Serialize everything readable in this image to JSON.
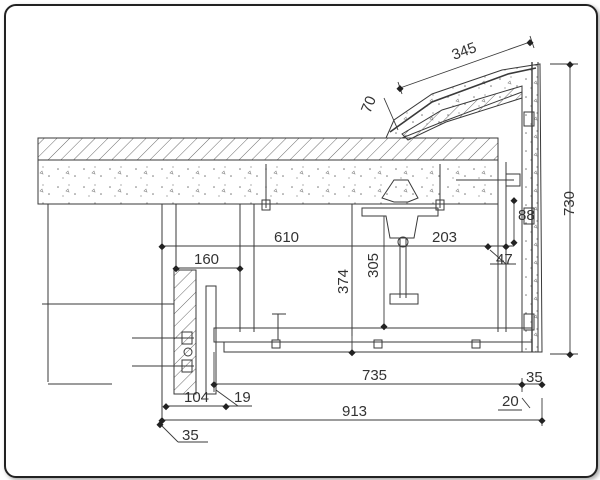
{
  "drawing": {
    "colors": {
      "line": "#3a3a3a",
      "hatch": "#6a6a6a",
      "background": "#ffffff"
    },
    "dimensions": {
      "d345": "345",
      "d70": "70",
      "d730": "730",
      "d610": "610",
      "d203": "203",
      "d88": "88",
      "d160": "160",
      "d374": "374",
      "d305": "305",
      "d47": "47",
      "d735": "735",
      "d35a": "35",
      "d104": "104",
      "d19": "19",
      "d20": "20",
      "d913": "913",
      "d35b": "35"
    }
  }
}
